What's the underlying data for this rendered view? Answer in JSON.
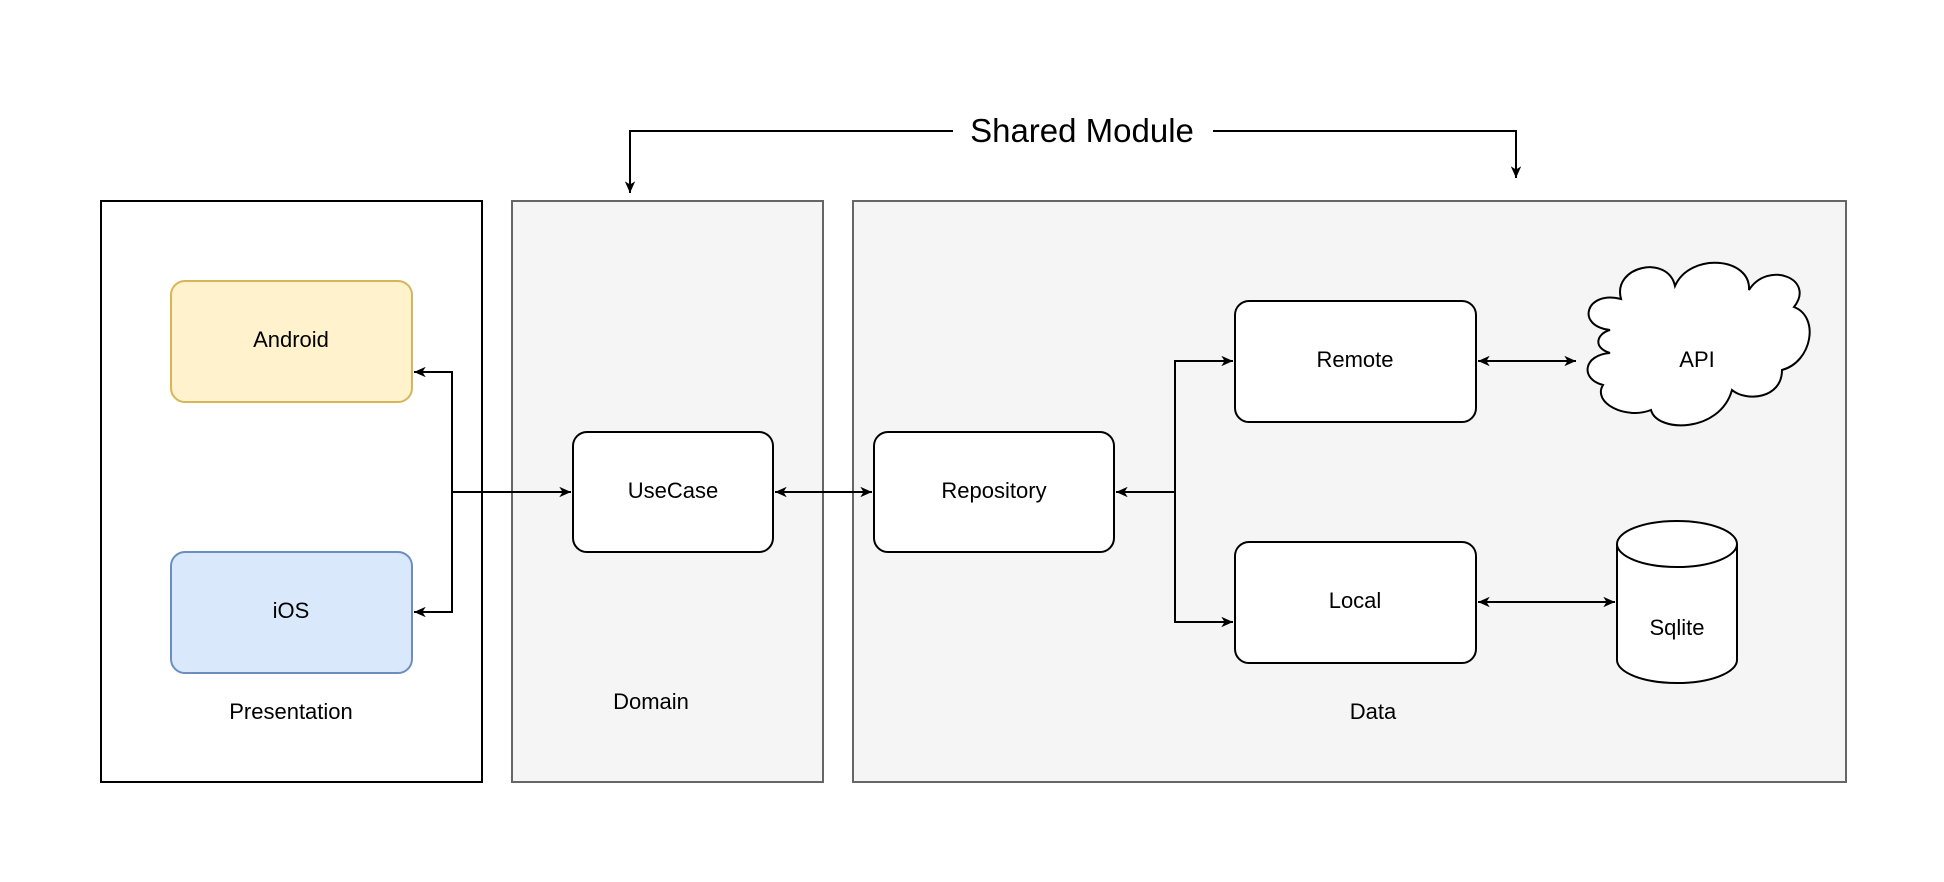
{
  "title": "Shared Module",
  "containers": {
    "presentation": "Presentation",
    "domain": "Domain",
    "data": "Data"
  },
  "nodes": {
    "android": "Android",
    "ios": "iOS",
    "usecase": "UseCase",
    "repository": "Repository",
    "remote": "Remote",
    "local": "Local",
    "api": "API",
    "sqlite": "Sqlite"
  },
  "colors": {
    "android_fill": "#fff2cc",
    "android_stroke": "#d6b656",
    "ios_fill": "#dae8fc",
    "ios_stroke": "#6c8ebf",
    "module_fill": "#f5f5f5",
    "module_stroke": "#666666"
  }
}
